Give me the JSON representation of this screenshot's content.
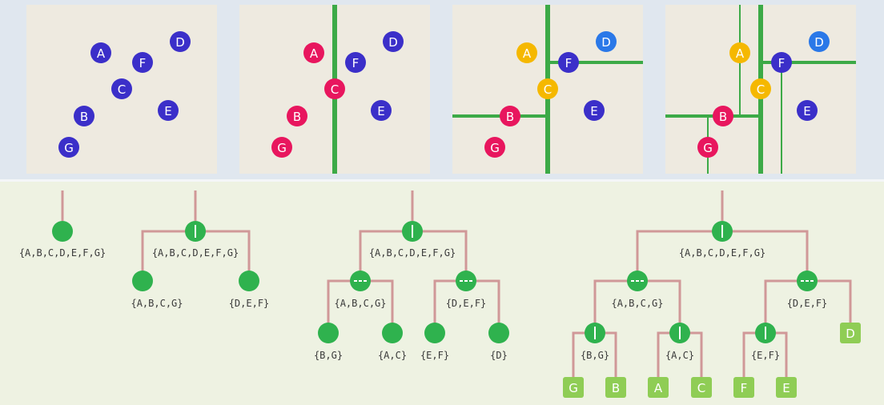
{
  "colors": {
    "panel_bg": "#eeeae0",
    "point_default": "#3b2fc9",
    "point_left": "#e8165e",
    "point_median": "#f5b800",
    "point_highlight": "#2a78e8",
    "split_line": "#3caa47",
    "tree_edge": "#d09898",
    "tree_node": "#2fb24e",
    "leaf_box": "#8fcd55"
  },
  "points": {
    "A": "A",
    "B": "B",
    "C": "C",
    "D": "D",
    "E": "E",
    "F": "F",
    "G": "G"
  },
  "sets": {
    "all": "{A,B,C,D,E,F,G}",
    "abcg": "{A,B,C,G}",
    "def": "{D,E,F}",
    "bg": "{B,G}",
    "ac": "{A,C}",
    "ef": "{E,F}",
    "d": "{D}"
  }
}
